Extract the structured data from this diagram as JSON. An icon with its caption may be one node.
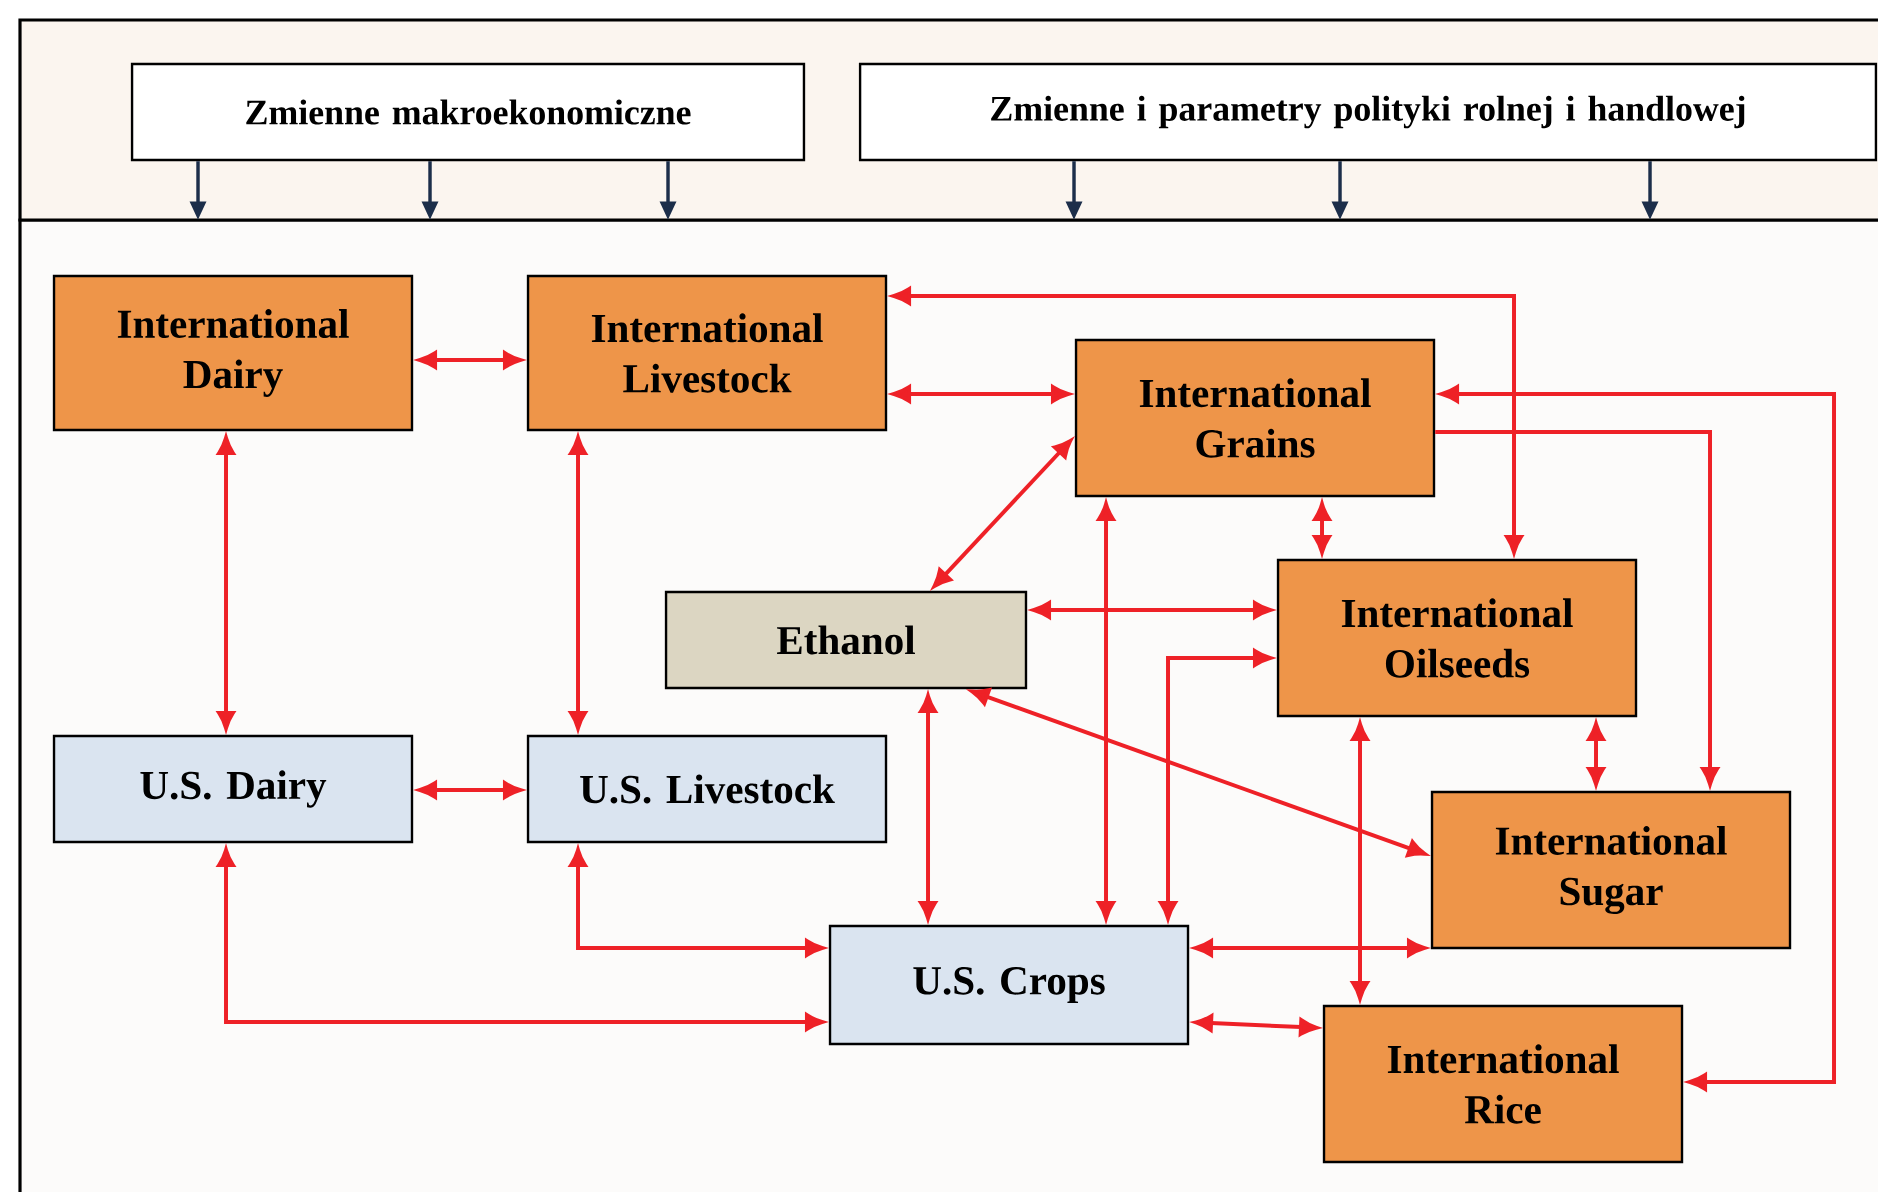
{
  "diagram": {
    "nodes": [
      {
        "text": [
          "Zmienne makroekonomiczne"
        ]
      },
      {
        "text": [
          "Zmienne i parametry polityki rolnej i handlowej"
        ]
      },
      {
        "text": [
          "International Dairy"
        ]
      },
      {
        "text": [
          "International Livestock"
        ]
      },
      {
        "text": [
          "International Grains"
        ]
      },
      {
        "text": [
          "Ethanol"
        ]
      },
      {
        "text": [
          "International Oilseeds"
        ]
      },
      {
        "text": [
          "U.S. Dairy"
        ]
      },
      {
        "text": [
          "U.S. Livestock"
        ]
      },
      {
        "text": [
          "International Sugar"
        ]
      },
      {
        "text": [
          "U.S. Crops"
        ]
      },
      {
        "text": [
          "International Rice"
        ]
      }
    ],
    "edges": [
      {
        "from": 0,
        "to": null,
        "arrow": "to",
        "color": "#1c2e4a"
      },
      {
        "from": 0,
        "to": null,
        "arrow": "to",
        "color": "#1c2e4a"
      },
      {
        "from": 0,
        "to": null,
        "arrow": "to",
        "color": "#1c2e4a"
      },
      {
        "from": 1,
        "to": null,
        "arrow": "to",
        "color": "#1c2e4a"
      },
      {
        "from": 1,
        "to": null,
        "arrow": "to",
        "color": "#1c2e4a"
      },
      {
        "from": 1,
        "to": null,
        "arrow": "to",
        "color": "#1c2e4a"
      },
      {
        "from": 2,
        "to": 3,
        "arrow": "both"
      },
      {
        "from": 6,
        "to": 3,
        "arrow": "both"
      },
      {
        "from": 3,
        "to": 4,
        "arrow": "both"
      },
      {
        "from": 4,
        "to": 5,
        "arrow": "both"
      },
      {
        "from": 4,
        "to": 10,
        "arrow": "both"
      },
      {
        "from": 4,
        "to": 6,
        "arrow": "both"
      },
      {
        "from": 4,
        "to": 9,
        "arrow": "to"
      },
      {
        "from": 11,
        "to": 4,
        "arrow": "both"
      },
      {
        "from": 2,
        "to": 7,
        "arrow": "both"
      },
      {
        "from": 3,
        "to": 8,
        "arrow": "both"
      },
      {
        "from": 7,
        "to": 8,
        "arrow": "both"
      },
      {
        "from": 8,
        "to": 10,
        "arrow": "both"
      },
      {
        "from": 7,
        "to": 10,
        "arrow": "both"
      },
      {
        "from": 5,
        "to": 6,
        "arrow": "both"
      },
      {
        "from": 10,
        "to": 6,
        "arrow": "both"
      },
      {
        "from": 5,
        "to": 10,
        "arrow": "both"
      },
      {
        "from": 5,
        "to": 9,
        "arrow": "both"
      },
      {
        "from": 6,
        "to": 11,
        "arrow": "both"
      },
      {
        "from": 6,
        "to": 9,
        "arrow": "both"
      },
      {
        "from": 10,
        "to": 9,
        "arrow": "both"
      },
      {
        "from": 10,
        "to": 11,
        "arrow": "both"
      }
    ]
  }
}
